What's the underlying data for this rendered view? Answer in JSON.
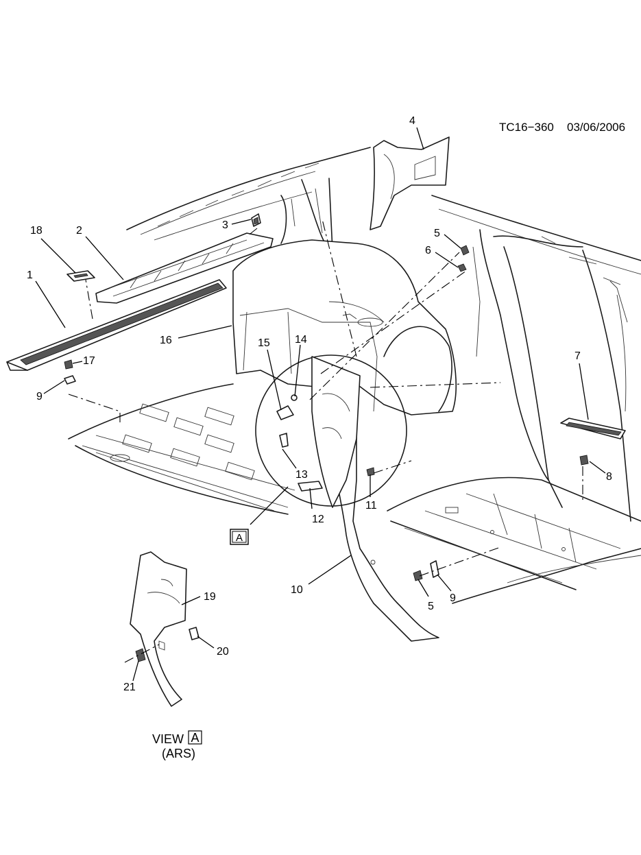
{
  "header": {
    "drawing_id": "TC16−360",
    "date": "03/06/2006"
  },
  "callouts": [
    {
      "key": "c1",
      "label": "1"
    },
    {
      "key": "c2",
      "label": "2"
    },
    {
      "key": "c3",
      "label": "3"
    },
    {
      "key": "c4",
      "label": "4"
    },
    {
      "key": "c5a",
      "label": "5"
    },
    {
      "key": "c6",
      "label": "6"
    },
    {
      "key": "c7",
      "label": "7"
    },
    {
      "key": "c8",
      "label": "8"
    },
    {
      "key": "c9a",
      "label": "9"
    },
    {
      "key": "c10",
      "label": "10"
    },
    {
      "key": "c11",
      "label": "11"
    },
    {
      "key": "c12",
      "label": "12"
    },
    {
      "key": "c13",
      "label": "13"
    },
    {
      "key": "c14",
      "label": "14"
    },
    {
      "key": "c15",
      "label": "15"
    },
    {
      "key": "c16",
      "label": "16"
    },
    {
      "key": "c17",
      "label": "17"
    },
    {
      "key": "c18",
      "label": "18"
    },
    {
      "key": "c5b",
      "label": "5"
    },
    {
      "key": "c9b",
      "label": "9"
    },
    {
      "key": "c19",
      "label": "19"
    },
    {
      "key": "c20",
      "label": "20"
    },
    {
      "key": "c21",
      "label": "21"
    }
  ],
  "view_ref": {
    "box_letter": "A"
  },
  "view_label": {
    "prefix": "VIEW",
    "box_letter": "A",
    "note": "(ARS)"
  }
}
